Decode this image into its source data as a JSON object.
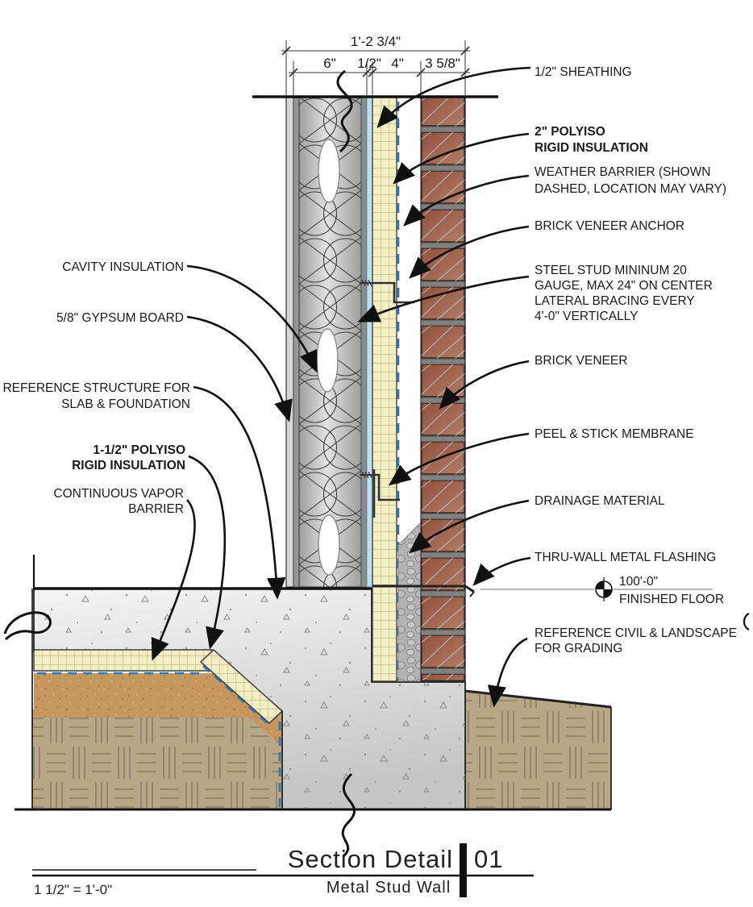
{
  "drawing": {
    "dims": {
      "overall": "1'-2 3/4\"",
      "stud": "6\"",
      "sheathing": "1/2\"",
      "insul_gap": "4\"",
      "brick": "3 5/8\""
    },
    "callouts_right": {
      "sheathing": "1/2\" SHEATHING",
      "polyiso_l1": "2\" POLYISO",
      "polyiso_l2": "RIGID INSULATION",
      "weather_l1": "WEATHER BARRIER (SHOWN",
      "weather_l2": "DASHED, LOCATION MAY VARY)",
      "anchor": "BRICK VENEER ANCHOR",
      "stud_l1": "STEEL STUD MININUM 20",
      "stud_l2": "GAUGE, MAX 24\" ON CENTER",
      "stud_l3": "LATERAL BRACING EVERY",
      "stud_l4": "4'-0\" VERTICALLY",
      "brick": "BRICK VENEER",
      "peel": "PEEL & STICK MEMBRANE",
      "drainage": "DRAINAGE MATERIAL",
      "flashing": "THRU-WALL METAL FLASHING",
      "civil_l1": "REFERENCE CIVIL & LANDSCAPE",
      "civil_l2": "FOR GRADING"
    },
    "callouts_left": {
      "cavity": "CAVITY INSULATION",
      "gypsum": "5/8\" GYPSUM BOARD",
      "structure_l1": "REFERENCE STRUCTURE FOR",
      "structure_l2": "SLAB & FOUNDATION",
      "polyiso_l1": "1-1/2\" POLYISO",
      "polyiso_l2": "RIGID INSULATION",
      "vapor_l1": "CONTINUOUS VAPOR",
      "vapor_l2": "BARRIER"
    },
    "level": {
      "elevation": "100'-0\"",
      "name": "FINISHED FLOOR"
    },
    "titleblock": {
      "title": "Section Detail",
      "number": "01",
      "subtitle": "Metal Stud Wall",
      "scale": "1 1/2\" = 1'-0\""
    },
    "colors": {
      "brick": "#9c5b47",
      "mortar": "#808080",
      "polyiso": "#f3efc5",
      "weather_barrier": "#2e77b3",
      "membrane": "#bedff0",
      "concrete": "#d9d9d9",
      "sand": "#c6965e",
      "soil": "#b7a787",
      "line": "#111111"
    }
  }
}
